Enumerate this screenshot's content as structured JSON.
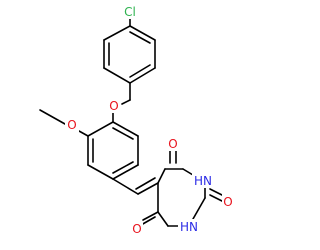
{
  "molecule": {
    "atoms": {
      "chlorine": {
        "text": "Cl",
        "color": "#2EB24F"
      },
      "ether_oxygen": {
        "text": "O",
        "color": "#E8141E"
      },
      "methoxy_oxygen": {
        "text": "O",
        "color": "#E8141E"
      },
      "carbonyl_oxygen_top": {
        "text": "O",
        "color": "#E8141E"
      },
      "carbonyl_oxygen_right": {
        "text": "O",
        "color": "#E8141E"
      },
      "carbonyl_oxygen_left": {
        "text": "O",
        "color": "#E8141E"
      },
      "nh_top": {
        "text": "HN",
        "color": "#2C2CE6"
      },
      "nh_bottom": {
        "text": "HN",
        "color": "#2C2CE6"
      }
    }
  }
}
